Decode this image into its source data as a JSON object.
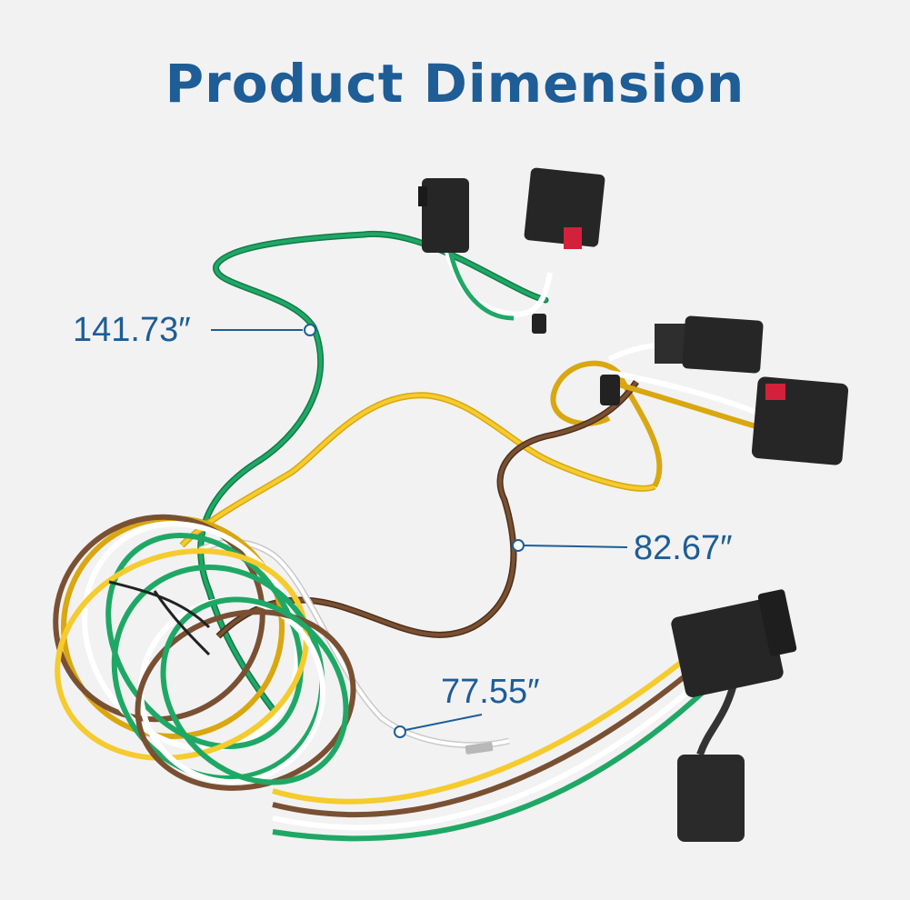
{
  "title": "Product Dimension",
  "dimensions": [
    {
      "label": "141.73″"
    },
    {
      "label": "82.67″"
    },
    {
      "label": "77.55″"
    }
  ],
  "colors": {
    "background": "#f2f2f3",
    "title": "#1e5d96",
    "dimension_text": "#1e5d96",
    "leader_line": "#1e5d96",
    "wire_green": "#1a9a5c",
    "wire_yellow": "#f2c11e",
    "wire_brown": "#6b4428",
    "wire_white": "#ffffff",
    "connector": "#2a2a2a",
    "latch_red": "#d4203a"
  }
}
